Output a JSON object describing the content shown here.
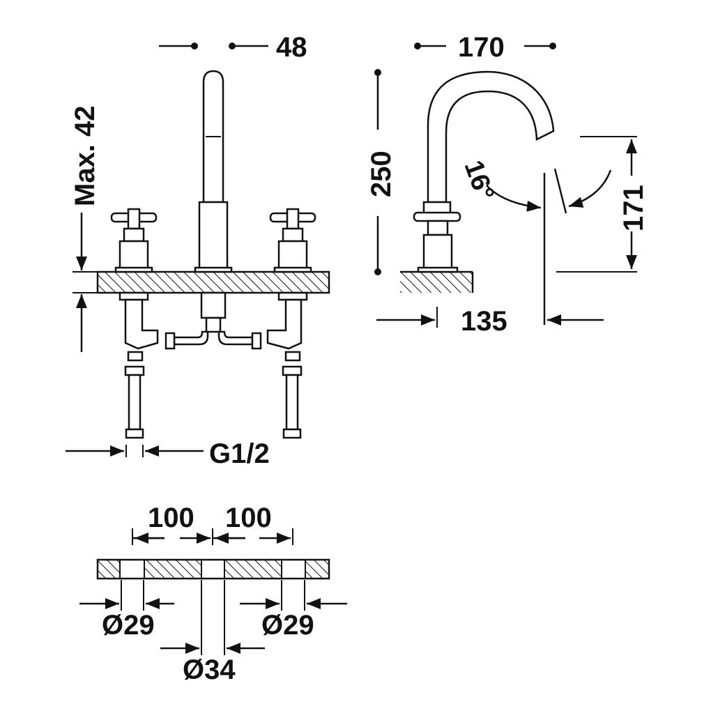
{
  "dimensions": {
    "width_48": "48",
    "width_170": "170",
    "height_max": "Max. 42",
    "height_250": "250",
    "angle": "16°",
    "height_171": "171",
    "reach_135": "135",
    "thread": "G1/2",
    "spacing_left": "100",
    "spacing_right": "100",
    "hole_left": "Ø29",
    "hole_right": "Ø29",
    "hole_center": "Ø34"
  }
}
